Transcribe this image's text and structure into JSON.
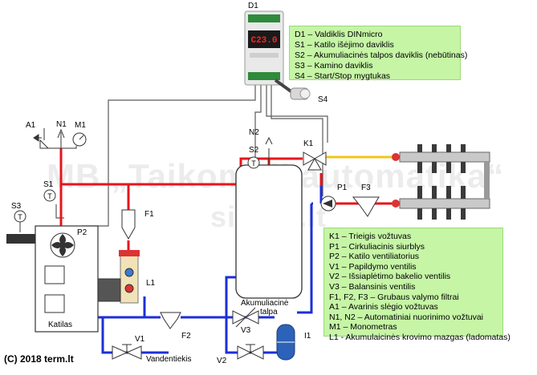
{
  "watermark": {
    "line1": "MB „Taikomoji automatika“",
    "line2": "sildau.lt"
  },
  "copyright": "(C) 2018 term.lt",
  "legend_top": [
    "D1 – Valdiklis DINmicro",
    "S1 – Katilo išėjimo daviklis",
    "S2 – Akumuliacinės talpos daviklis (nebūtinas)",
    "S3 – Kamino daviklis",
    "S4 – Start/Stop mygtukas"
  ],
  "legend_bottom": [
    "K1 – Trieigis vožtuvas",
    "P1 – Cirkuliacinis siurblys",
    "P2 – Katilo ventiliatorius",
    "V1 – Papildymo ventilis",
    "V2 – Išsiaplėtimo bakelio ventilis",
    "V3 – Balansinis ventilis",
    "F1, F2, F3 – Grubaus valymo filtrai",
    "A1 – Avarinis slėgio vožtuvas",
    "N1, N2 – Automatiniai nuorinimo vožtuvai",
    "M1 – Monometras",
    "L1 - Akumulaicinės krovimo mazgas (ladomatas)"
  ],
  "controller": {
    "display": "C23.0"
  },
  "labels": {
    "D1": "D1",
    "S4": "S4",
    "A1": "A1",
    "N1": "N1",
    "M1": "M1",
    "S1": "S1",
    "S2": "S2",
    "S3": "S3",
    "N2": "N2",
    "K1": "K1",
    "P1": "P1",
    "P2": "P2",
    "F1": "F1",
    "F2": "F2",
    "F3": "F3",
    "L1": "L1",
    "V1": "V1",
    "V2": "V2",
    "V3": "V3",
    "I1": "I1",
    "katilas": "Katilas",
    "vandentiekis": "Vandentiekis",
    "talpa_line1": "Akumuliacinė",
    "talpa_line2": "talpa"
  },
  "colors": {
    "hot": "#e8141c",
    "cold": "#1c2fd8",
    "warm": "#f2c51a",
    "signal": "#5a5a5a",
    "legend_bg": "#c6f5a6",
    "expansion_tank": "#2c62b8",
    "controller_display": "#ff2222"
  }
}
